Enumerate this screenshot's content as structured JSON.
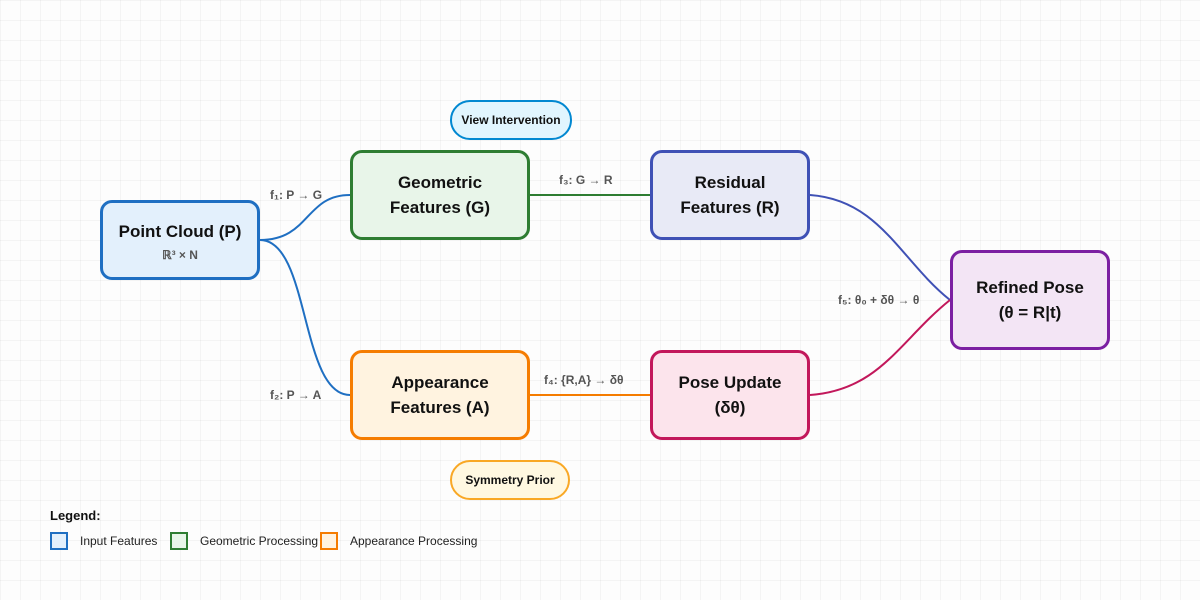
{
  "diagram": {
    "nodes": {
      "point_cloud": {
        "title": "Point Cloud (P)",
        "subtitle": "ℝ³ × N",
        "fill": "#e3f0fc",
        "stroke": "#1f6fc2"
      },
      "geometric": {
        "title": "Geometric\nFeatures (G)",
        "fill": "#e8f5e9",
        "stroke": "#2e7d32"
      },
      "residual": {
        "title": "Residual\nFeatures (R)",
        "fill": "#e8eaf6",
        "stroke": "#3f51b5"
      },
      "appearance": {
        "title": "Appearance\nFeatures (A)",
        "fill": "#fff3e0",
        "stroke": "#f57c00"
      },
      "pose_update": {
        "title": "Pose Update\n(δθ)",
        "fill": "#fce4ec",
        "stroke": "#c2185b"
      },
      "refined_pose": {
        "title": "Refined Pose\n(θ = R|t)",
        "fill": "#f3e5f5",
        "stroke": "#7b1fa2"
      }
    },
    "pills": {
      "view_intervention": {
        "label": "View Intervention",
        "fill": "#e1f5fe",
        "stroke": "#0288d1"
      },
      "symmetry_prior": {
        "label": "Symmetry Prior",
        "fill": "#fff8e1",
        "stroke": "#f9a825"
      }
    },
    "edges": {
      "f1": {
        "label": "f₁: P → G",
        "color": "#1f6fc2"
      },
      "f2": {
        "label": "f₂: P → A",
        "color": "#1f6fc2"
      },
      "f3": {
        "label": "f₃: G → R",
        "color": "#2e7d32"
      },
      "f4": {
        "label": "f₄: {R,A} → δθ",
        "color": "#f57c00"
      },
      "f5": {
        "label": "f₅: θ₀ + δθ → θ",
        "color_residual": "#3f51b5",
        "color_update": "#c2185b"
      }
    }
  },
  "legend": {
    "title": "Legend:",
    "items": [
      {
        "label": "Input Features",
        "fill": "#e3f0fc",
        "stroke": "#1f6fc2"
      },
      {
        "label": "Geometric Processing",
        "fill": "#e8f5e9",
        "stroke": "#2e7d32"
      },
      {
        "label": "Appearance Processing",
        "fill": "#fff3e0",
        "stroke": "#f57c00"
      }
    ]
  }
}
